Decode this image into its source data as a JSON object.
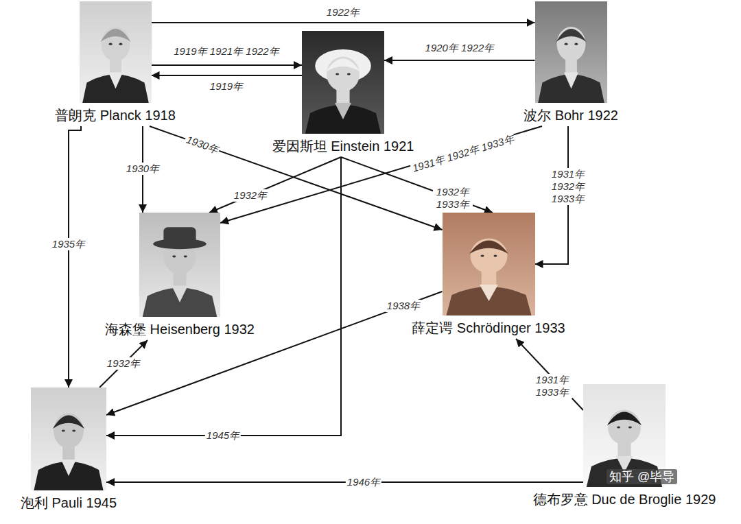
{
  "diagram": {
    "nodes": [
      {
        "text": [
          "普朗克 Planck 1918"
        ]
      },
      {
        "text": [
          "爱因斯坦 Einstein 1921"
        ]
      },
      {
        "text": [
          "波尔 Bohr 1922"
        ]
      },
      {
        "text": [
          "海森堡 Heisenberg 1932"
        ]
      },
      {
        "text": [
          "薛定谔 Schrödinger 1933"
        ]
      },
      {
        "text": [
          "泡利 Pauli 1945"
        ]
      },
      {
        "text": [
          "德布罗意 Duc de Broglie 1929"
        ]
      }
    ],
    "edges": [
      {
        "from": 0,
        "to": 2,
        "label": "1922年",
        "arrow": "to"
      },
      {
        "from": 0,
        "to": 1,
        "label": "1919年 1921年 1922年",
        "arrow": "to"
      },
      {
        "from": 1,
        "to": 0,
        "label": "1919年",
        "arrow": "to"
      },
      {
        "from": 2,
        "to": 1,
        "label": "1920年 1922年",
        "arrow": "to"
      },
      {
        "from": 0,
        "to": 3,
        "label": "1930年",
        "arrow": "to"
      },
      {
        "from": 0,
        "to": 4,
        "label": "1930年",
        "arrow": "to"
      },
      {
        "from": 0,
        "to": 5,
        "label": "1935年",
        "arrow": "to"
      },
      {
        "from": 1,
        "to": 3,
        "label": "1932年",
        "arrow": "to"
      },
      {
        "from": 1,
        "to": 4,
        "label": "1932年 1933年",
        "arrow": "to"
      },
      {
        "from": 1,
        "to": 5,
        "label": "1945年",
        "arrow": "to"
      },
      {
        "from": 2,
        "to": 3,
        "label": "1931年 1932年 1933年",
        "arrow": "to"
      },
      {
        "from": 2,
        "to": 4,
        "label": "1931年 1932年 1933年",
        "arrow": "to"
      },
      {
        "from": 4,
        "to": 5,
        "label": "1938年",
        "arrow": "to"
      },
      {
        "from": 5,
        "to": 3,
        "label": "1932年",
        "arrow": "to"
      },
      {
        "from": 6,
        "to": 4,
        "label": "1931年 1933年",
        "arrow": "to"
      },
      {
        "from": 6,
        "to": 5,
        "label": "1946年",
        "arrow": "to"
      }
    ],
    "labels": [
      "知乎 @毕导"
    ]
  }
}
